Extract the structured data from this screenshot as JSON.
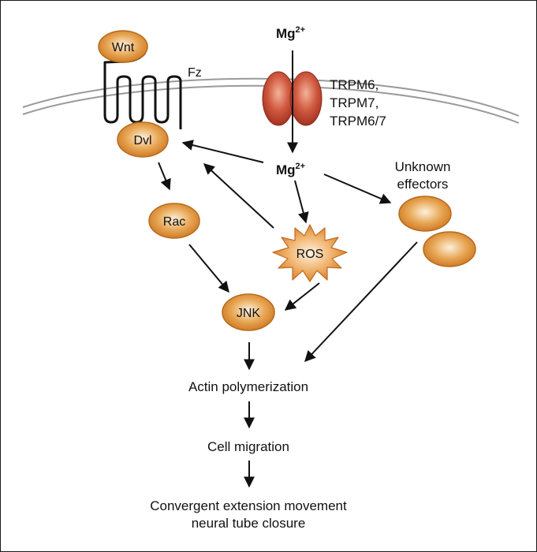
{
  "colors": {
    "node_fill": "#e3a24a",
    "node_stroke": "#b86a1c",
    "channel_fill": "#c84a36",
    "membrane": "#9a9a9a",
    "arrow": "#111111"
  },
  "nodes": {
    "wnt": "Wnt",
    "fz": "Fz",
    "dvl": "Dvl",
    "rac": "Rac",
    "jnk": "JNK",
    "ros": "ROS"
  },
  "mg_top": {
    "base": "Mg",
    "sup": "2+"
  },
  "mg_mid": {
    "base": "Mg",
    "sup": "2+"
  },
  "channel_labels": [
    "TRPM6,",
    "TRPM7,",
    "TRPM6/7"
  ],
  "unknown_effectors": [
    "Unknown",
    "effectors"
  ],
  "outcomes": {
    "actin": "Actin polymerization",
    "migration": "Cell migration",
    "final_1": "Convergent extension movement",
    "final_2": "neural tube closure"
  }
}
